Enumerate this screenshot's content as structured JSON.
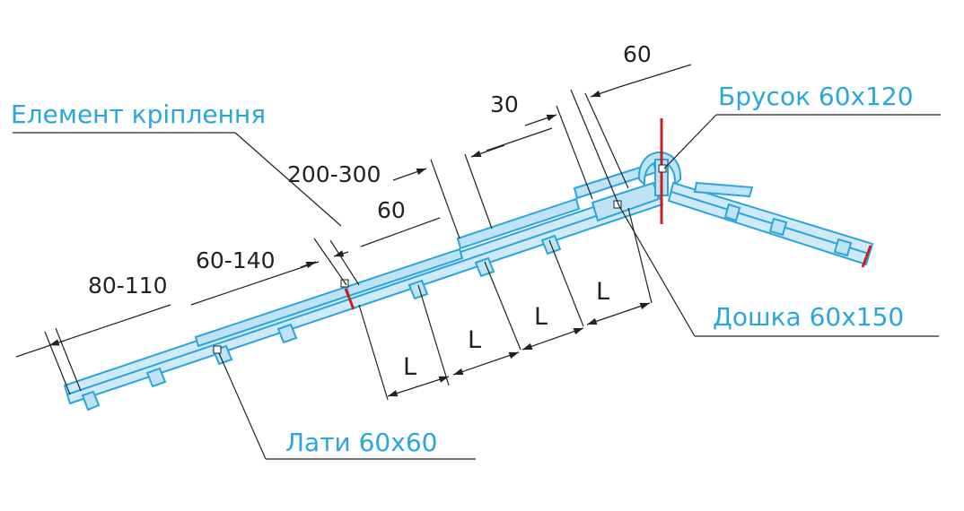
{
  "colors": {
    "accent": "#2aa6dc",
    "fill": "#bfe3f4",
    "line": "#222222",
    "marker": "#cc1e1e",
    "bg": "#ffffff"
  },
  "labels": {
    "fastener": "Елемент кріплення",
    "ridge_bar": "Брусок 60х120",
    "board": "Дошка 60х150",
    "battens": "Лати 60х60"
  },
  "dimensions": {
    "d1": "80-110",
    "d2": "60-140",
    "d3": "60",
    "d4": "200-300",
    "d5": "30",
    "d6": "60",
    "spacing": [
      "L",
      "L",
      "L",
      "L"
    ]
  }
}
